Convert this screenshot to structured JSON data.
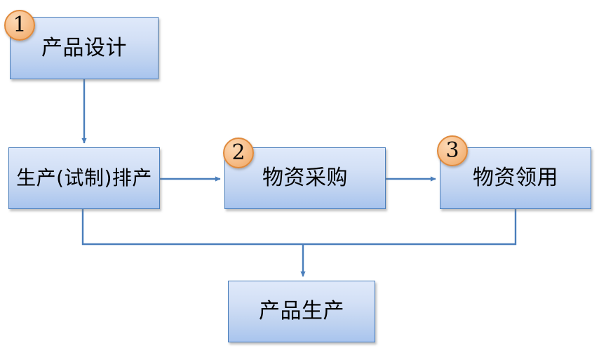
{
  "diagram": {
    "type": "flowchart",
    "title": "",
    "background_color": "#ffffff",
    "box_border_color": "#4a7ebb",
    "box_fill_top_color": "#dfe9fa",
    "box_fill_bottom_color": "#a8c4ee",
    "connector_color": "#4a7ebb",
    "badge_fill_color": "#f8c392",
    "badge_border_color": "#e08a3c",
    "text_color": "#000000",
    "nodes": [
      {
        "id": "product-design",
        "label": "产品设计",
        "badge": "1"
      },
      {
        "id": "production-schedule",
        "label": "生产(试制)排产",
        "badge": ""
      },
      {
        "id": "material-purchase",
        "label": "物资采购",
        "badge": "2"
      },
      {
        "id": "material-requisition",
        "label": "物资领用",
        "badge": "3"
      },
      {
        "id": "product-manufacture",
        "label": "产品生产",
        "badge": ""
      }
    ],
    "badges": [
      {
        "id": "badge-1",
        "number": "1",
        "attached_to": "product-design"
      },
      {
        "id": "badge-2",
        "number": "2",
        "attached_to": "material-purchase"
      },
      {
        "id": "badge-3",
        "number": "3",
        "attached_to": "material-requisition"
      }
    ],
    "edges": [
      {
        "id": "edge-design-to-schedule",
        "from": "product-design",
        "to": "production-schedule",
        "label": "",
        "arrow": true
      },
      {
        "id": "edge-schedule-to-purchase",
        "from": "production-schedule",
        "to": "material-purchase",
        "label": "",
        "arrow": true
      },
      {
        "id": "edge-purchase-to-requisition",
        "from": "material-purchase",
        "to": "material-requisition",
        "label": "",
        "arrow": true
      },
      {
        "id": "edge-schedule-to-manufacture",
        "from": "production-schedule",
        "to": "product-manufacture",
        "label": "",
        "arrow": true
      },
      {
        "id": "edge-requisition-to-manufacture",
        "from": "material-requisition",
        "to": "product-manufacture",
        "label": "",
        "arrow": true
      }
    ]
  }
}
